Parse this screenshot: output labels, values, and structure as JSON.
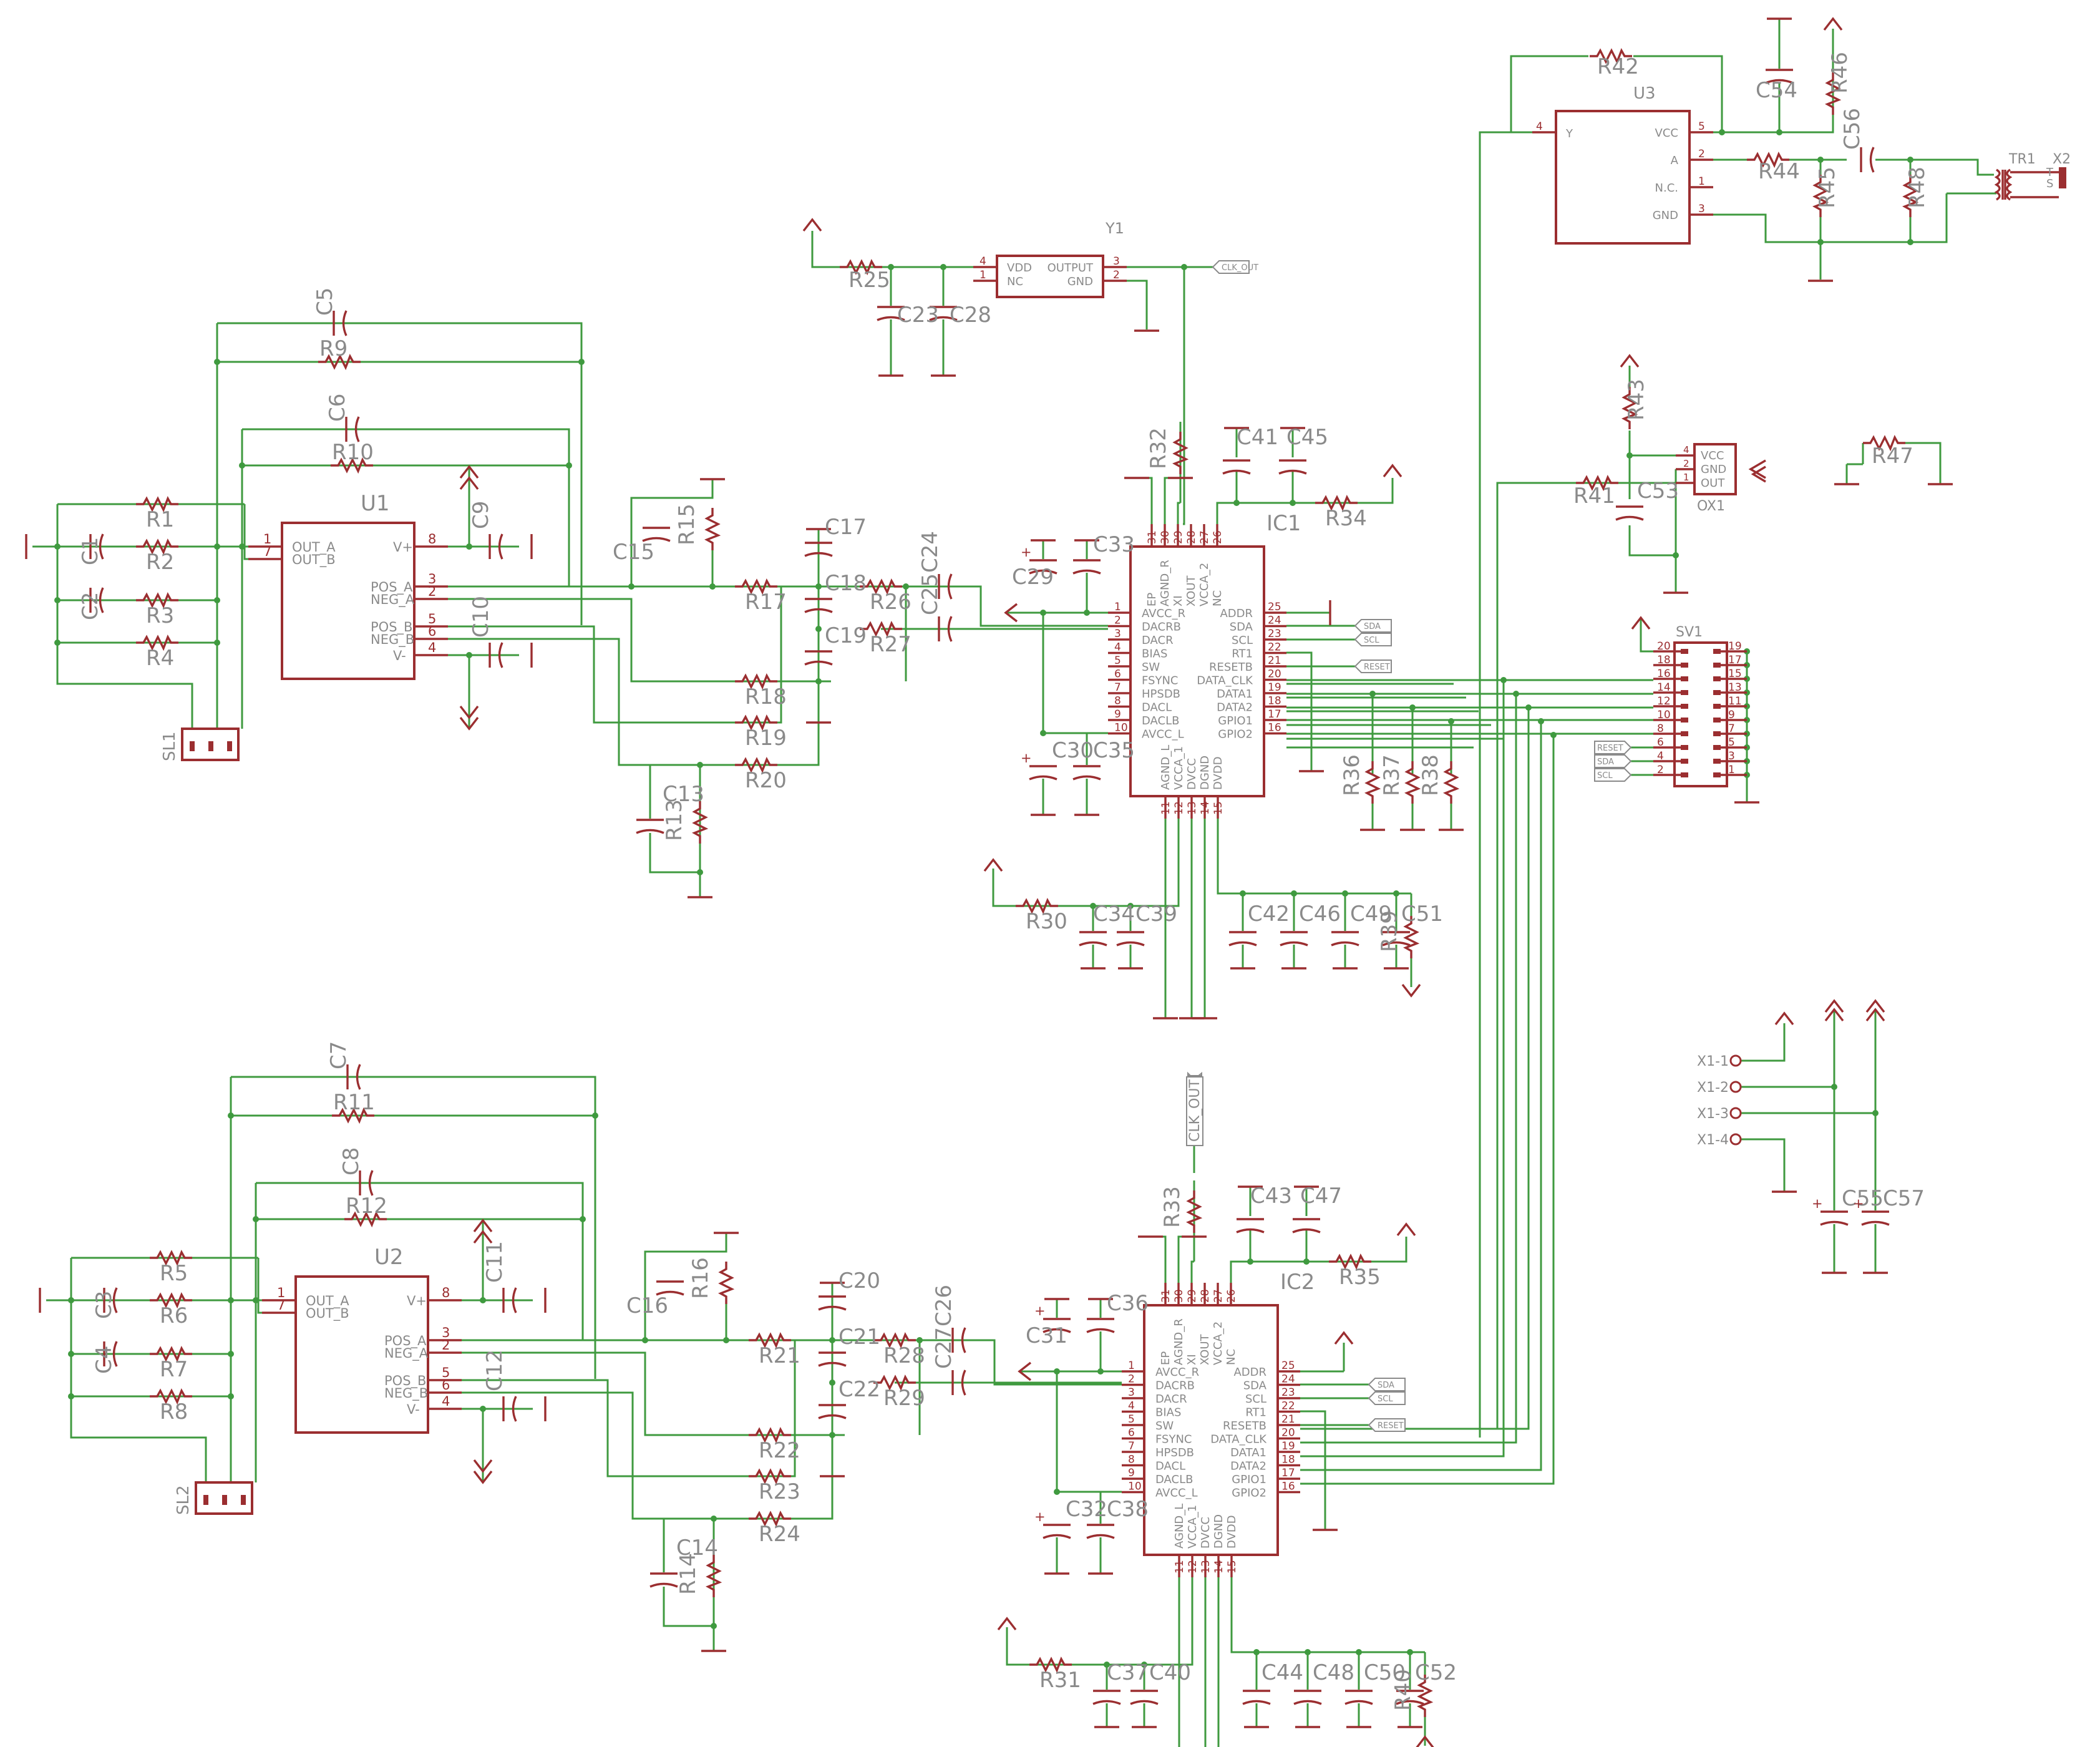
{
  "colors": {
    "wire": "#3f9a3f",
    "component": "#9b2e30",
    "label": "#8a8a8a",
    "background": "#ffffff"
  },
  "components": {
    "U1": "U1",
    "U2": "U2",
    "U3": "U3",
    "IC1": "IC1",
    "IC2": "IC2",
    "Y1": "Y1",
    "OX1": "OX1",
    "SV1": "SV1",
    "SL1": "SL1",
    "SL2": "SL2",
    "TR1": "TR1",
    "X2": "X2"
  },
  "opamp_pins": {
    "left": [
      "OUT_A",
      "OUT_B"
    ],
    "right": [
      "V+",
      "POS_A",
      "NEG_A",
      "POS_B",
      "NEG_B",
      "V-"
    ]
  },
  "dac_pins": {
    "left": [
      "AVCC_R",
      "DACRB",
      "DACR",
      "BIAS",
      "SW",
      "FSYNC",
      "HPSDB",
      "DACL",
      "DACLB",
      "AVCC_L"
    ],
    "right": [
      "ADDR",
      "SDA",
      "SCL",
      "RT1",
      "RESETB",
      "DATA_CLK",
      "DATA1",
      "DATA2",
      "GPIO1",
      "GPIO2"
    ],
    "top": [
      "EP",
      "AGND_R",
      "XI",
      "XOUT",
      "VCCA_2",
      "NC"
    ],
    "bottom": [
      "AGND_L",
      "VCCA_1",
      "DVCC",
      "DGND",
      "DVDD"
    ]
  },
  "u3_pins": {
    "left": [
      "Y"
    ],
    "right": [
      "VCC",
      "A",
      "N.C.",
      "GND"
    ]
  },
  "y1_pins": {
    "left": [
      "VDD",
      "NC"
    ],
    "right": [
      "OUTPUT",
      "GND"
    ]
  },
  "ox1_pins": [
    "VCC",
    "GND",
    "OUT"
  ],
  "net_tags": {
    "clk_out": "CLK_OUT",
    "sda": "SDA",
    "scl": "SCL",
    "reset": "RESET"
  },
  "connectors": {
    "x1": [
      "X1-1",
      "X1-2",
      "X1-3",
      "X1-4"
    ],
    "tr1_pins": [
      "T",
      "S"
    ]
  }
}
